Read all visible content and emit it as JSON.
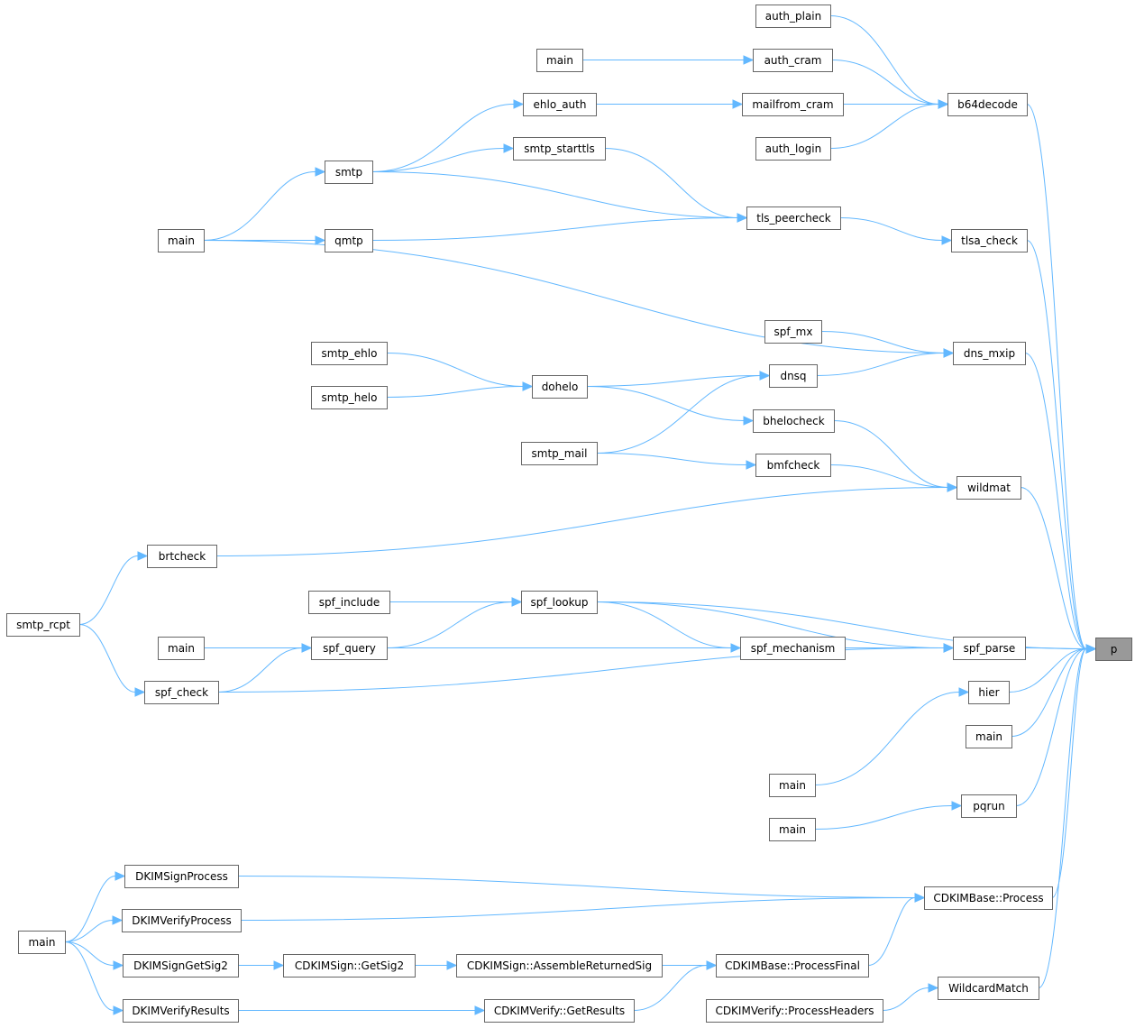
{
  "nodes": {
    "p": "p",
    "auth_plain": "auth_plain",
    "main_auth": "main",
    "auth_cram": "auth_cram",
    "b64decode": "b64decode",
    "ehlo_auth": "ehlo_auth",
    "mailfrom_cram": "mailfrom_cram",
    "auth_login": "auth_login",
    "smtp": "smtp",
    "smtp_starttls": "smtp_starttls",
    "main_qmail": "main",
    "qmtp": "qmtp",
    "tls_peercheck": "tls_peercheck",
    "tlsa_check": "tlsa_check",
    "spf_mx": "spf_mx",
    "dns_mxip": "dns_mxip",
    "smtp_ehlo": "smtp_ehlo",
    "smtp_helo": "smtp_helo",
    "dohelo": "dohelo",
    "dnsq": "dnsq",
    "bhelocheck": "bhelocheck",
    "smtp_mail": "smtp_mail",
    "bmfcheck": "bmfcheck",
    "wildmat": "wildmat",
    "brtcheck": "brtcheck",
    "smtp_rcpt": "smtp_rcpt",
    "spf_include": "spf_include",
    "spf_lookup": "spf_lookup",
    "main_spf": "main",
    "spf_query": "spf_query",
    "spf_mechanism": "spf_mechanism",
    "spf_parse": "spf_parse",
    "spf_check": "spf_check",
    "hier": "hier",
    "main_hier": "main",
    "main_p": "main",
    "main_pq": "main",
    "pqrun": "pqrun",
    "dkim_sign_process": "DKIMSignProcess",
    "dkim_verify_process": "DKIMVerifyProcess",
    "cdkimbase_process": "CDKIMBase::Process",
    "main_dkim": "main",
    "dkim_sign_getsig2": "DKIMSignGetSig2",
    "cdkimsign_getsig2": "CDKIMSign::GetSig2",
    "cdkimsign_assemble": "CDKIMSign::AssembleReturnedSig",
    "cdkimbase_processfinal": "CDKIMBase::ProcessFinal",
    "dkim_verify_results": "DKIMVerifyResults",
    "cdkimverify_getresults": "CDKIMVerify::GetResults",
    "cdkimverify_processheaders": "CDKIMVerify::ProcessHeaders",
    "wildcardmatch": "WildcardMatch"
  },
  "edges": [
    [
      "auth_plain",
      "b64decode"
    ],
    [
      "main_auth",
      "auth_cram"
    ],
    [
      "auth_cram",
      "b64decode"
    ],
    [
      "ehlo_auth",
      "mailfrom_cram"
    ],
    [
      "mailfrom_cram",
      "b64decode"
    ],
    [
      "auth_login",
      "b64decode"
    ],
    [
      "b64decode",
      "p"
    ],
    [
      "smtp",
      "ehlo_auth"
    ],
    [
      "smtp",
      "smtp_starttls"
    ],
    [
      "smtp",
      "tls_peercheck"
    ],
    [
      "smtp_starttls",
      "tls_peercheck"
    ],
    [
      "main_qmail",
      "smtp"
    ],
    [
      "main_qmail",
      "qmtp"
    ],
    [
      "main_qmail",
      "dns_mxip"
    ],
    [
      "qmtp",
      "tls_peercheck"
    ],
    [
      "tls_peercheck",
      "tlsa_check"
    ],
    [
      "tlsa_check",
      "p"
    ],
    [
      "spf_mx",
      "dns_mxip"
    ],
    [
      "dnsq",
      "dns_mxip"
    ],
    [
      "dns_mxip",
      "p"
    ],
    [
      "smtp_ehlo",
      "dohelo"
    ],
    [
      "smtp_helo",
      "dohelo"
    ],
    [
      "dohelo",
      "dnsq"
    ],
    [
      "dohelo",
      "bhelocheck"
    ],
    [
      "smtp_mail",
      "dnsq"
    ],
    [
      "smtp_mail",
      "bmfcheck"
    ],
    [
      "bhelocheck",
      "wildmat"
    ],
    [
      "bmfcheck",
      "wildmat"
    ],
    [
      "brtcheck",
      "wildmat"
    ],
    [
      "wildmat",
      "p"
    ],
    [
      "smtp_rcpt",
      "brtcheck"
    ],
    [
      "smtp_rcpt",
      "spf_check"
    ],
    [
      "spf_include",
      "spf_lookup"
    ],
    [
      "spf_query",
      "spf_lookup"
    ],
    [
      "spf_lookup",
      "spf_mechanism"
    ],
    [
      "spf_lookup",
      "p"
    ],
    [
      "spf_lookup",
      "spf_parse"
    ],
    [
      "main_spf",
      "spf_query"
    ],
    [
      "main_spf",
      "spf_parse"
    ],
    [
      "spf_check",
      "spf_query"
    ],
    [
      "spf_check",
      "spf_parse"
    ],
    [
      "spf_mechanism",
      "spf_parse"
    ],
    [
      "spf_parse",
      "p"
    ],
    [
      "main_hier",
      "hier"
    ],
    [
      "hier",
      "p"
    ],
    [
      "main_p",
      "p"
    ],
    [
      "main_pq",
      "pqrun"
    ],
    [
      "pqrun",
      "p"
    ],
    [
      "main_dkim",
      "dkim_sign_process"
    ],
    [
      "main_dkim",
      "dkim_verify_process"
    ],
    [
      "main_dkim",
      "dkim_sign_getsig2"
    ],
    [
      "main_dkim",
      "dkim_verify_results"
    ],
    [
      "dkim_sign_process",
      "cdkimbase_process"
    ],
    [
      "dkim_verify_process",
      "cdkimbase_process"
    ],
    [
      "cdkimbase_process",
      "p"
    ],
    [
      "dkim_sign_getsig2",
      "cdkimsign_getsig2"
    ],
    [
      "cdkimsign_getsig2",
      "cdkimsign_assemble"
    ],
    [
      "cdkimsign_assemble",
      "cdkimbase_processfinal"
    ],
    [
      "dkim_verify_results",
      "cdkimverify_getresults"
    ],
    [
      "cdkimverify_getresults",
      "cdkimbase_processfinal"
    ],
    [
      "cdkimbase_processfinal",
      "cdkimbase_process"
    ],
    [
      "cdkimverify_processheaders",
      "wildcardmatch"
    ],
    [
      "wildcardmatch",
      "p"
    ]
  ],
  "colors": {
    "edge": "#63b8ff",
    "node_border": "#666666",
    "node_fill": "#ffffff",
    "root_fill": "#999999"
  }
}
